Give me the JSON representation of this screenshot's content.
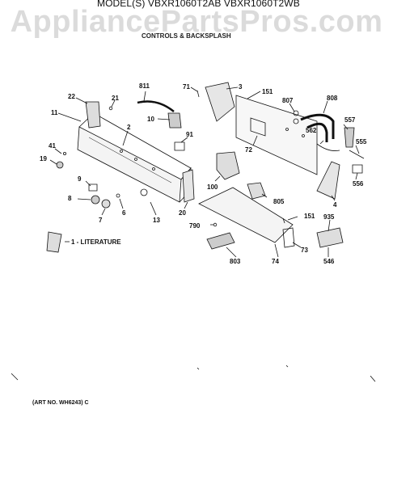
{
  "header": {
    "model": "MODEL(S) VBXR1060T2AB VBXR1060T2WB",
    "subtitle": "CONTROLS & BACKSPLASH",
    "watermark": "AppliancePartsPros.com"
  },
  "footer": {
    "art_no": "(ART NO. WH6243) C"
  },
  "literature_label": "1 - LITERATURE",
  "part_labels": [
    "811",
    "71",
    "3",
    "151",
    "807",
    "808",
    "22",
    "21",
    "11",
    "10",
    "2",
    "557",
    "562",
    "555",
    "91",
    "72",
    "41",
    "19",
    "100",
    "556",
    "9",
    "805",
    "20",
    "4",
    "8",
    "6",
    "7",
    "13",
    "151",
    "935",
    "790",
    "73",
    "803",
    "74",
    "546"
  ]
}
